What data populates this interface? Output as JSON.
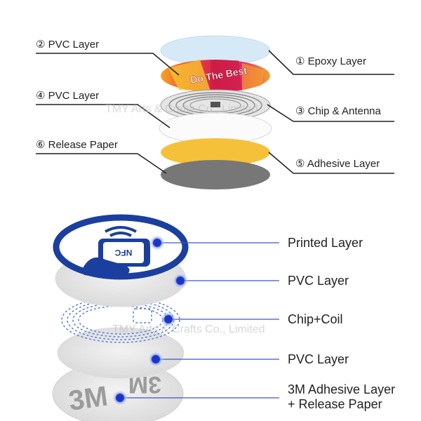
{
  "top_diagram": {
    "layers_left": [
      {
        "id": "pvc2",
        "text": "② PVC Layer"
      },
      {
        "id": "pvc4",
        "text": "④  PVC  Layer"
      },
      {
        "id": "release6",
        "text": "⑥ Release Paper"
      }
    ],
    "layers_right": [
      {
        "id": "epoxy1",
        "text": "① Epoxy Layer"
      },
      {
        "id": "chip3",
        "text": "③ Chip & Antenna"
      },
      {
        "id": "adhesive5",
        "text": "⑤ Adhesive Layer"
      }
    ],
    "printed_text": "Do The Best",
    "colors": {
      "epoxy": "#d6e9f6",
      "adhesive": "#f6c13a",
      "release": "#777777",
      "line": "#222222"
    }
  },
  "bottom_diagram": {
    "labels": [
      {
        "id": "printed",
        "text": "Printed Layer"
      },
      {
        "id": "pvc_a",
        "text": "PVC  Layer"
      },
      {
        "id": "chip",
        "text": "Chip+Coil"
      },
      {
        "id": "pvc_b",
        "text": "PVC   Layer"
      },
      {
        "id": "adhesive_line1",
        "text": "3M Adhesive Layer"
      },
      {
        "id": "adhesive_line2",
        "text": "+ Release Paper"
      }
    ],
    "nfc_text": "NFC",
    "release_print": "3M",
    "colors": {
      "printed": "#1b3f9e",
      "marker": "#1a36c9",
      "leader": "#3a57c8",
      "coil": "#5b7fd6"
    }
  },
  "watermark": "TMY Arts & Crafts Co., Limited"
}
